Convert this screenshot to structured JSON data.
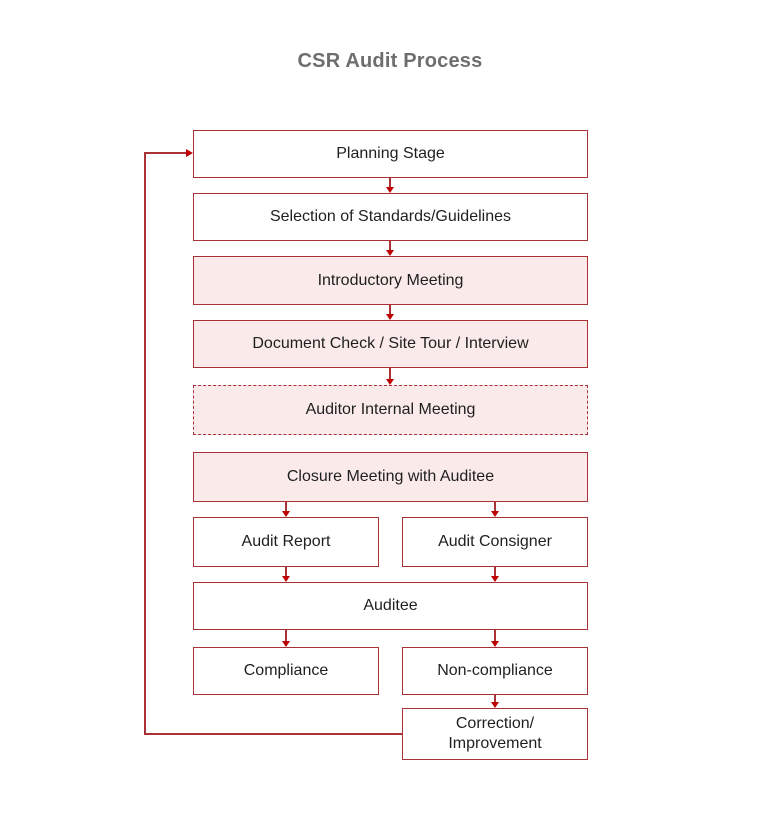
{
  "title": "CSR Audit Process",
  "colors": {
    "box_border": "#A93236",
    "box_fill_highlight": "#FAEAEA",
    "box_fill_default": "#FFFFFF",
    "arrowhead": "#C00000",
    "title_text": "#6E6E6E",
    "label_text": "#1F1F1F"
  },
  "nodes": [
    {
      "label": "Planning Stage",
      "fill": "white",
      "border": "solid"
    },
    {
      "label": "Selection of Standards/Guidelines",
      "fill": "white",
      "border": "solid"
    },
    {
      "label": "Introductory Meeting",
      "fill": "pink",
      "border": "solid"
    },
    {
      "label": "Document Check / Site Tour / Interview",
      "fill": "pink",
      "border": "solid"
    },
    {
      "label": "Auditor Internal Meeting",
      "fill": "pink",
      "border": "dashed"
    },
    {
      "label": "Closure Meeting with Auditee",
      "fill": "pink",
      "border": "solid"
    },
    {
      "label": "Audit Report",
      "fill": "white",
      "border": "solid"
    },
    {
      "label": "Audit Consigner",
      "fill": "white",
      "border": "solid"
    },
    {
      "label": "Auditee",
      "fill": "white",
      "border": "solid"
    },
    {
      "label": "Compliance",
      "fill": "white",
      "border": "solid"
    },
    {
      "label": "Non-compliance",
      "fill": "white",
      "border": "solid"
    },
    {
      "label": "Correction/\nImprovement",
      "fill": "white",
      "border": "solid"
    }
  ],
  "edges": [
    {
      "from": "Planning Stage",
      "to": "Selection of Standards/Guidelines",
      "type": "arrow"
    },
    {
      "from": "Selection of Standards/Guidelines",
      "to": "Introductory Meeting",
      "type": "arrow"
    },
    {
      "from": "Introductory Meeting",
      "to": "Document Check / Site Tour / Interview",
      "type": "arrow"
    },
    {
      "from": "Document Check / Site Tour / Interview",
      "to": "Auditor Internal Meeting",
      "type": "arrow"
    },
    {
      "from": "Closure Meeting with Auditee",
      "to": "Audit Report",
      "type": "arrow"
    },
    {
      "from": "Closure Meeting with Auditee",
      "to": "Audit Consigner",
      "type": "arrow"
    },
    {
      "from": "Audit Report",
      "to": "Auditee",
      "type": "arrow"
    },
    {
      "from": "Audit Consigner",
      "to": "Auditee",
      "type": "arrow"
    },
    {
      "from": "Auditee",
      "to": "Compliance",
      "type": "arrow"
    },
    {
      "from": "Auditee",
      "to": "Non-compliance",
      "type": "arrow"
    },
    {
      "from": "Non-compliance",
      "to": "Correction/Improvement",
      "type": "arrow"
    },
    {
      "from": "Correction/Improvement",
      "to": "Planning Stage",
      "type": "feedback-loop"
    }
  ]
}
